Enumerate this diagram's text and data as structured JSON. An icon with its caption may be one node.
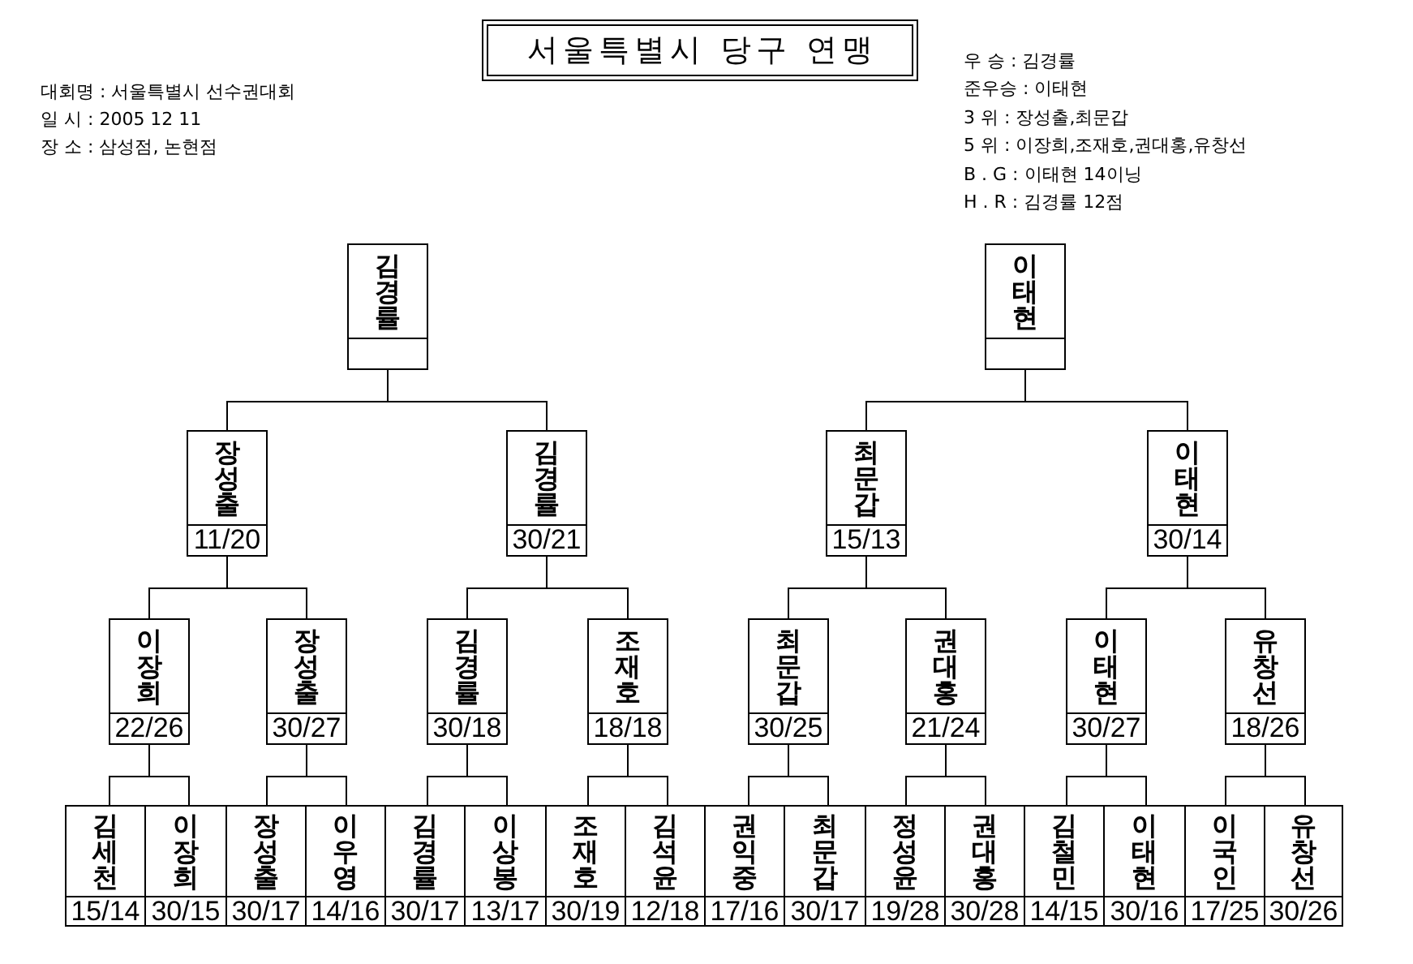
{
  "diagram": {
    "title": "서울특별시 당구 연맹",
    "nodes": [
      {
        "text": [
          "김경률"
        ]
      },
      {
        "text": [
          "이태현"
        ]
      },
      {
        "text": [
          "장성출",
          "11/20"
        ]
      },
      {
        "text": [
          "김경률",
          "30/21"
        ]
      },
      {
        "text": [
          "최문갑",
          "15/13"
        ]
      },
      {
        "text": [
          "이태현",
          "30/14"
        ]
      },
      {
        "text": [
          "이장희",
          "22/26"
        ]
      },
      {
        "text": [
          "장성출",
          "30/27"
        ]
      },
      {
        "text": [
          "김경률",
          "30/18"
        ]
      },
      {
        "text": [
          "조재호",
          "18/18"
        ]
      },
      {
        "text": [
          "최문갑",
          "30/25"
        ]
      },
      {
        "text": [
          "권대홍",
          "21/24"
        ]
      },
      {
        "text": [
          "이태현",
          "30/27"
        ]
      },
      {
        "text": [
          "유창선",
          "18/26"
        ]
      },
      {
        "text": [
          "김세천",
          "15/14"
        ]
      },
      {
        "text": [
          "이장희",
          "30/15"
        ]
      },
      {
        "text": [
          "장성출",
          "30/17"
        ]
      },
      {
        "text": [
          "이우영",
          "14/16"
        ]
      },
      {
        "text": [
          "김경률",
          "30/17"
        ]
      },
      {
        "text": [
          "이상봉",
          "13/17"
        ]
      },
      {
        "text": [
          "조재호",
          "30/19"
        ]
      },
      {
        "text": [
          "김석윤",
          "12/18"
        ]
      },
      {
        "text": [
          "권익중",
          "17/16"
        ]
      },
      {
        "text": [
          "최문갑",
          "30/17"
        ]
      },
      {
        "text": [
          "정성윤",
          "19/28"
        ]
      },
      {
        "text": [
          "권대홍",
          "30/28"
        ]
      },
      {
        "text": [
          "김철민",
          "14/15"
        ]
      },
      {
        "text": [
          "이태현",
          "30/16"
        ]
      },
      {
        "text": [
          "이국인",
          "17/25"
        ]
      },
      {
        "text": [
          "유창선",
          "30/26"
        ]
      }
    ],
    "edges": [
      {
        "from": 2,
        "to": 0,
        "arrow": "none"
      },
      {
        "from": 3,
        "to": 0,
        "arrow": "none"
      },
      {
        "from": 4,
        "to": 1,
        "arrow": "none"
      },
      {
        "from": 5,
        "to": 1,
        "arrow": "none"
      },
      {
        "from": 6,
        "to": 2,
        "arrow": "none"
      },
      {
        "from": 7,
        "to": 2,
        "arrow": "none"
      },
      {
        "from": 8,
        "to": 3,
        "arrow": "none"
      },
      {
        "from": 9,
        "to": 3,
        "arrow": "none"
      },
      {
        "from": 10,
        "to": 4,
        "arrow": "none"
      },
      {
        "from": 11,
        "to": 4,
        "arrow": "none"
      },
      {
        "from": 12,
        "to": 5,
        "arrow": "none"
      },
      {
        "from": 13,
        "to": 5,
        "arrow": "none"
      },
      {
        "from": 14,
        "to": 6,
        "arrow": "none"
      },
      {
        "from": 15,
        "to": 6,
        "arrow": "none"
      },
      {
        "from": 16,
        "to": 7,
        "arrow": "none"
      },
      {
        "from": 17,
        "to": 7,
        "arrow": "none"
      },
      {
        "from": 18,
        "to": 8,
        "arrow": "none"
      },
      {
        "from": 19,
        "to": 8,
        "arrow": "none"
      },
      {
        "from": 20,
        "to": 9,
        "arrow": "none"
      },
      {
        "from": 21,
        "to": 9,
        "arrow": "none"
      },
      {
        "from": 22,
        "to": 10,
        "arrow": "none"
      },
      {
        "from": 23,
        "to": 10,
        "arrow": "none"
      },
      {
        "from": 24,
        "to": 11,
        "arrow": "none"
      },
      {
        "from": 25,
        "to": 11,
        "arrow": "none"
      },
      {
        "from": 26,
        "to": 12,
        "arrow": "none"
      },
      {
        "from": 27,
        "to": 12,
        "arrow": "none"
      },
      {
        "from": 28,
        "to": 13,
        "arrow": "none"
      },
      {
        "from": 29,
        "to": 13,
        "arrow": "none"
      }
    ],
    "labels": [
      "대회명 : 서울특별시 선수권대회",
      "일 시 : 2005 12 11",
      "장 소 : 삼성점, 논현점",
      "우 승 : 김경률",
      "준우승 : 이태현",
      "3 위 : 장성출,최문갑",
      "5 위 : 이장희,조재호,권대홍,유창선",
      "B . G : 이태현 14이닝",
      "H . R : 김경률 12점"
    ]
  }
}
